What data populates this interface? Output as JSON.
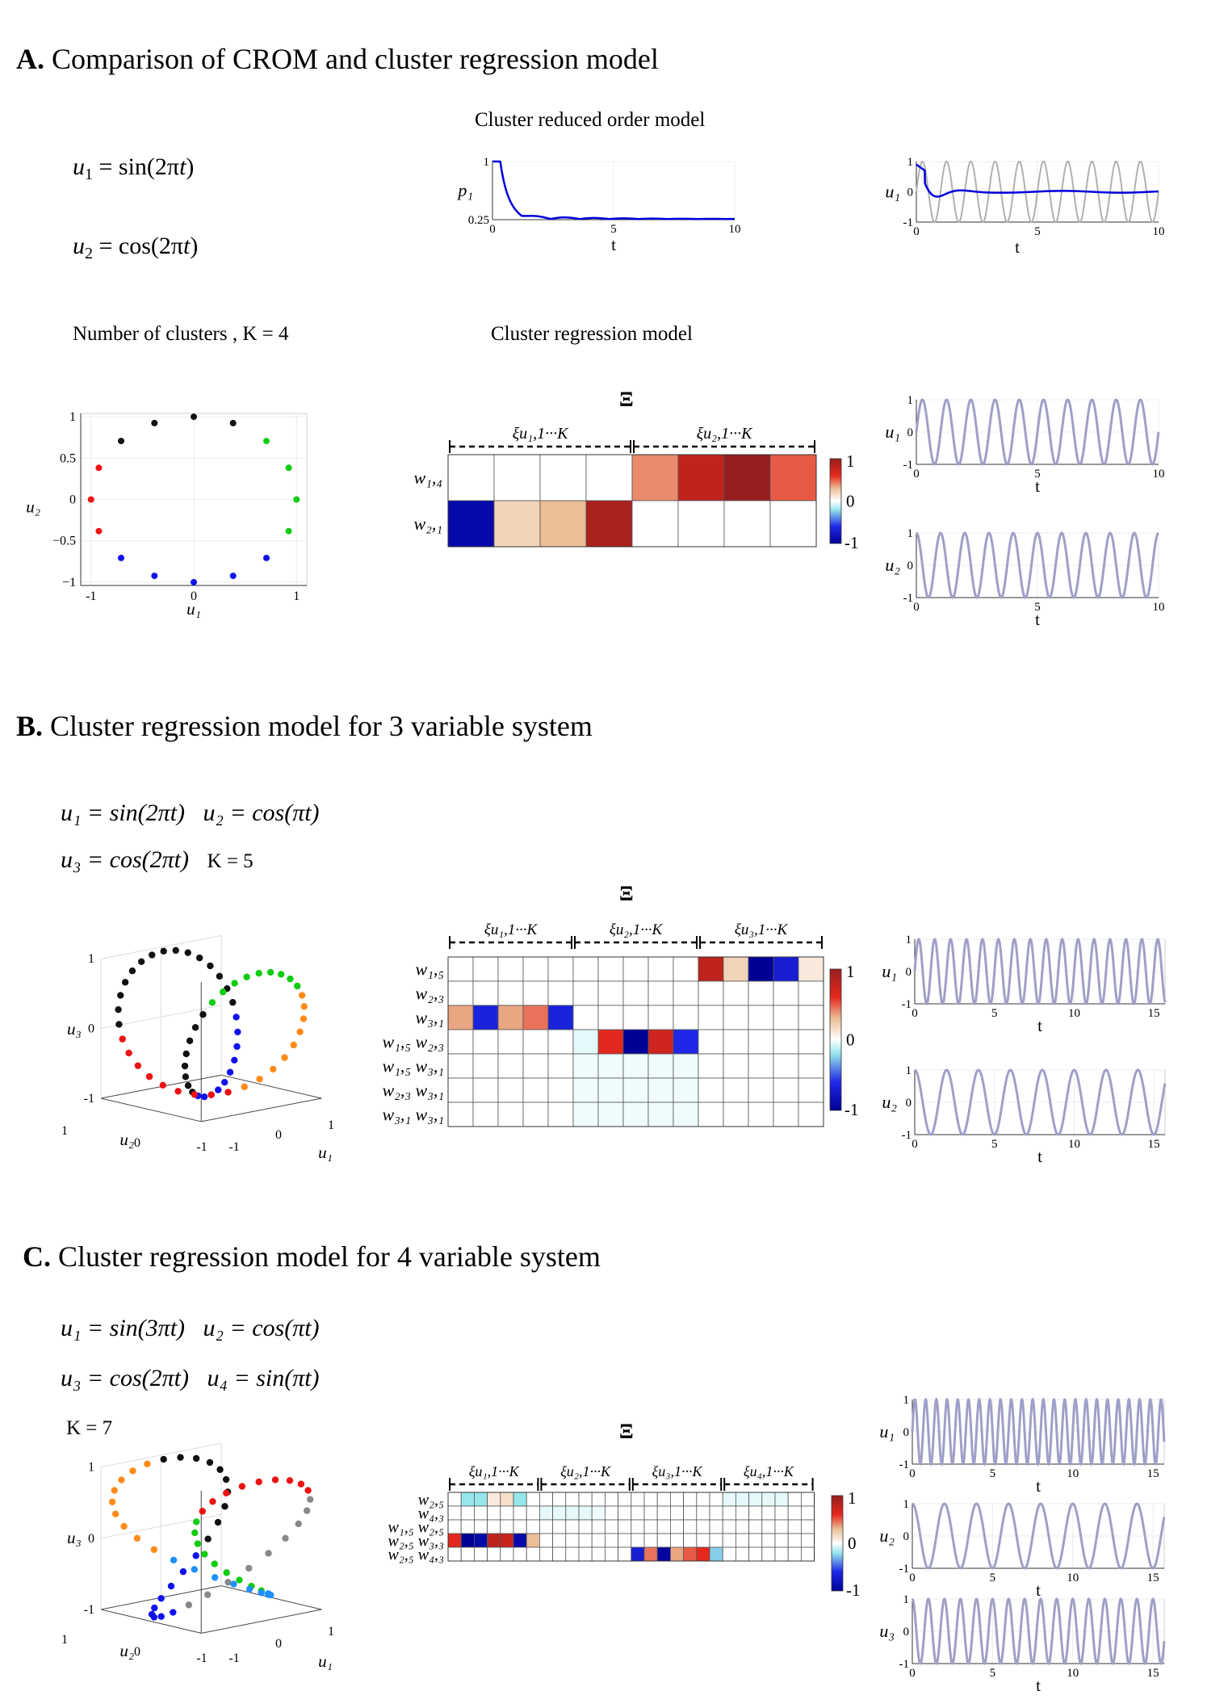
{
  "sections": {
    "a": {
      "letter": "A.",
      "title": "Comparison of CROM and cluster regression model"
    },
    "b": {
      "letter": "B.",
      "title": "Cluster regression model for 3 variable system"
    },
    "c": {
      "letter": "C.",
      "title": "Cluster regression model for 4 variable system"
    }
  },
  "panel_a": {
    "eq1_lhs": "u",
    "eq1_sub": "1",
    "eq1_rhs": " = sin(2πt)",
    "eq2_lhs": "u",
    "eq2_sub": "2",
    "eq2_rhs": " = cos(2πt)",
    "crom_title": "Cluster reduced order model",
    "clusters_caption": "Number of clusters , K = 4",
    "crm_title": "Cluster regression model",
    "xi": "Ξ"
  },
  "panel_b": {
    "eq1a": "u₁ = sin(2πt)",
    "eq1b": "u₂ = cos(πt)",
    "eq2a": "u₃ = cos(2πt)",
    "k_label": "K = 5",
    "xi": "Ξ"
  },
  "panel_c": {
    "eq1a": "u₁ = sin(3πt)",
    "eq1b": "u₂ = cos(πt)",
    "eq2a": "u₃ = cos(2πt)",
    "eq2b": "u₄ = sin(πt)",
    "k_label": "K = 7",
    "xi": "Ξ"
  },
  "colors": {
    "trace": "#9f9fc8",
    "crom": "#0000dd",
    "grey": "#b0b0b0"
  },
  "chart_data": [
    {
      "type": "line",
      "id": "crom_p1",
      "xlabel": "t",
      "ylabel": "p₁",
      "xlim": [
        0,
        10
      ],
      "ylim": [
        0.25,
        1
      ],
      "xticks": [
        0,
        5,
        10
      ],
      "yticks": [
        0.25,
        1
      ]
    },
    {
      "type": "line",
      "id": "crom_u1",
      "xlabel": "t",
      "ylabel": "u₁",
      "xlim": [
        0,
        10
      ],
      "ylim": [
        -1,
        1
      ],
      "xticks": [
        0,
        5,
        10
      ],
      "yticks": [
        -1,
        0,
        1
      ],
      "series": [
        {
          "expr": "sin(2πt)"
        },
        {
          "expr": "CROM u1"
        }
      ]
    },
    {
      "type": "scatter",
      "id": "a_scatter",
      "xlabel": "u₁",
      "ylabel": "u₂",
      "xlim": [
        -1,
        1
      ],
      "ylim": [
        -1,
        1
      ],
      "xticks": [
        -1,
        0,
        1
      ],
      "yticks": [
        -1,
        -0.5,
        0,
        0.5,
        1
      ],
      "clusters": 4
    },
    {
      "type": "heatmap",
      "id": "a_heat",
      "rows": [
        "w₁,₄",
        "w₂,₁"
      ],
      "groups": [
        "ξu₁,1···K",
        "ξu₂,1···K"
      ],
      "cbar": [
        "1",
        "0",
        "-1"
      ],
      "values": [
        [
          0,
          0,
          0,
          0,
          0.4,
          0.8,
          1,
          0.5
        ],
        [
          -0.9,
          0.2,
          0.3,
          0.9,
          0,
          0,
          0,
          0
        ]
      ]
    },
    {
      "type": "line",
      "id": "a_u1",
      "xlabel": "t",
      "ylabel": "u₁",
      "xlim": [
        0,
        10
      ],
      "ylim": [
        -1,
        1
      ],
      "xticks": [
        0,
        5,
        10
      ],
      "yticks": [
        -1,
        0,
        1
      ]
    },
    {
      "type": "line",
      "id": "a_u2",
      "xlabel": "t",
      "ylabel": "u₂",
      "xlim": [
        0,
        10
      ],
      "ylim": [
        -1,
        1
      ],
      "xticks": [
        0,
        5,
        10
      ],
      "yticks": [
        -1,
        0,
        1
      ]
    },
    {
      "type": "scatter",
      "id": "b_scatter",
      "xlabel": "u₁",
      "ylabel": "u₂",
      "zlabel": "u₃",
      "clusters": 5
    },
    {
      "type": "heatmap",
      "id": "b_heat",
      "rows": [
        "w₁,₅",
        "w₂,₃",
        "w₃,₁",
        "w₁,₅ w₂,₃",
        "w₁,₅ w₃,₁",
        "w₂,₃ w₃,₁",
        "w₃,₁ w₃,₁"
      ],
      "groups": [
        "ξu₁,1···K",
        "ξu₂,1···K",
        "ξu₃,1···K"
      ],
      "cbar": [
        "1",
        "0",
        "-1"
      ]
    },
    {
      "type": "line",
      "id": "b_u1",
      "xlabel": "t",
      "ylabel": "u₁",
      "xlim": [
        0,
        15.7
      ],
      "ylim": [
        -1,
        1
      ],
      "xticks": [
        0,
        5,
        10,
        15
      ],
      "yticks": [
        -1,
        0,
        1
      ]
    },
    {
      "type": "line",
      "id": "b_u2",
      "xlabel": "t",
      "ylabel": "u₂",
      "xlim": [
        0,
        15.7
      ],
      "ylim": [
        -1,
        1
      ],
      "xticks": [
        0,
        5,
        10,
        15
      ],
      "yticks": [
        -1,
        0,
        1
      ]
    },
    {
      "type": "scatter",
      "id": "c_scatter",
      "xlabel": "u₁",
      "ylabel": "u₂",
      "zlabel": "u₃",
      "clusters": 7
    },
    {
      "type": "heatmap",
      "id": "c_heat",
      "rows": [
        "w₂,₅",
        "w₄,₃",
        "w₁,₅ w₂,₅",
        "w₂,₅ w₃,₃",
        "w₂,₅ w₄,₃"
      ],
      "groups": [
        "ξu₁,1···K",
        "ξu₂,1···K",
        "ξu₃,1···K",
        "ξu₄,1···K"
      ],
      "cbar": [
        "1",
        "0",
        "-1"
      ]
    },
    {
      "type": "line",
      "id": "c_u1",
      "xlabel": "t",
      "ylabel": "u₁",
      "xlim": [
        0,
        15.7
      ],
      "ylim": [
        -1,
        1
      ],
      "xticks": [
        0,
        5,
        10,
        15
      ],
      "yticks": [
        -1,
        0,
        1
      ]
    },
    {
      "type": "line",
      "id": "c_u2",
      "xlabel": "t",
      "ylabel": "u₂",
      "xlim": [
        0,
        15.7
      ],
      "ylim": [
        -1,
        1
      ],
      "xticks": [
        0,
        5,
        10,
        15
      ],
      "yticks": [
        -1,
        0,
        1
      ]
    },
    {
      "type": "line",
      "id": "c_u3",
      "xlabel": "t",
      "ylabel": "u₃",
      "xlim": [
        0,
        15.7
      ],
      "ylim": [
        -1,
        1
      ],
      "xticks": [
        0,
        5,
        10,
        15
      ],
      "yticks": [
        -1,
        0,
        1
      ]
    }
  ]
}
